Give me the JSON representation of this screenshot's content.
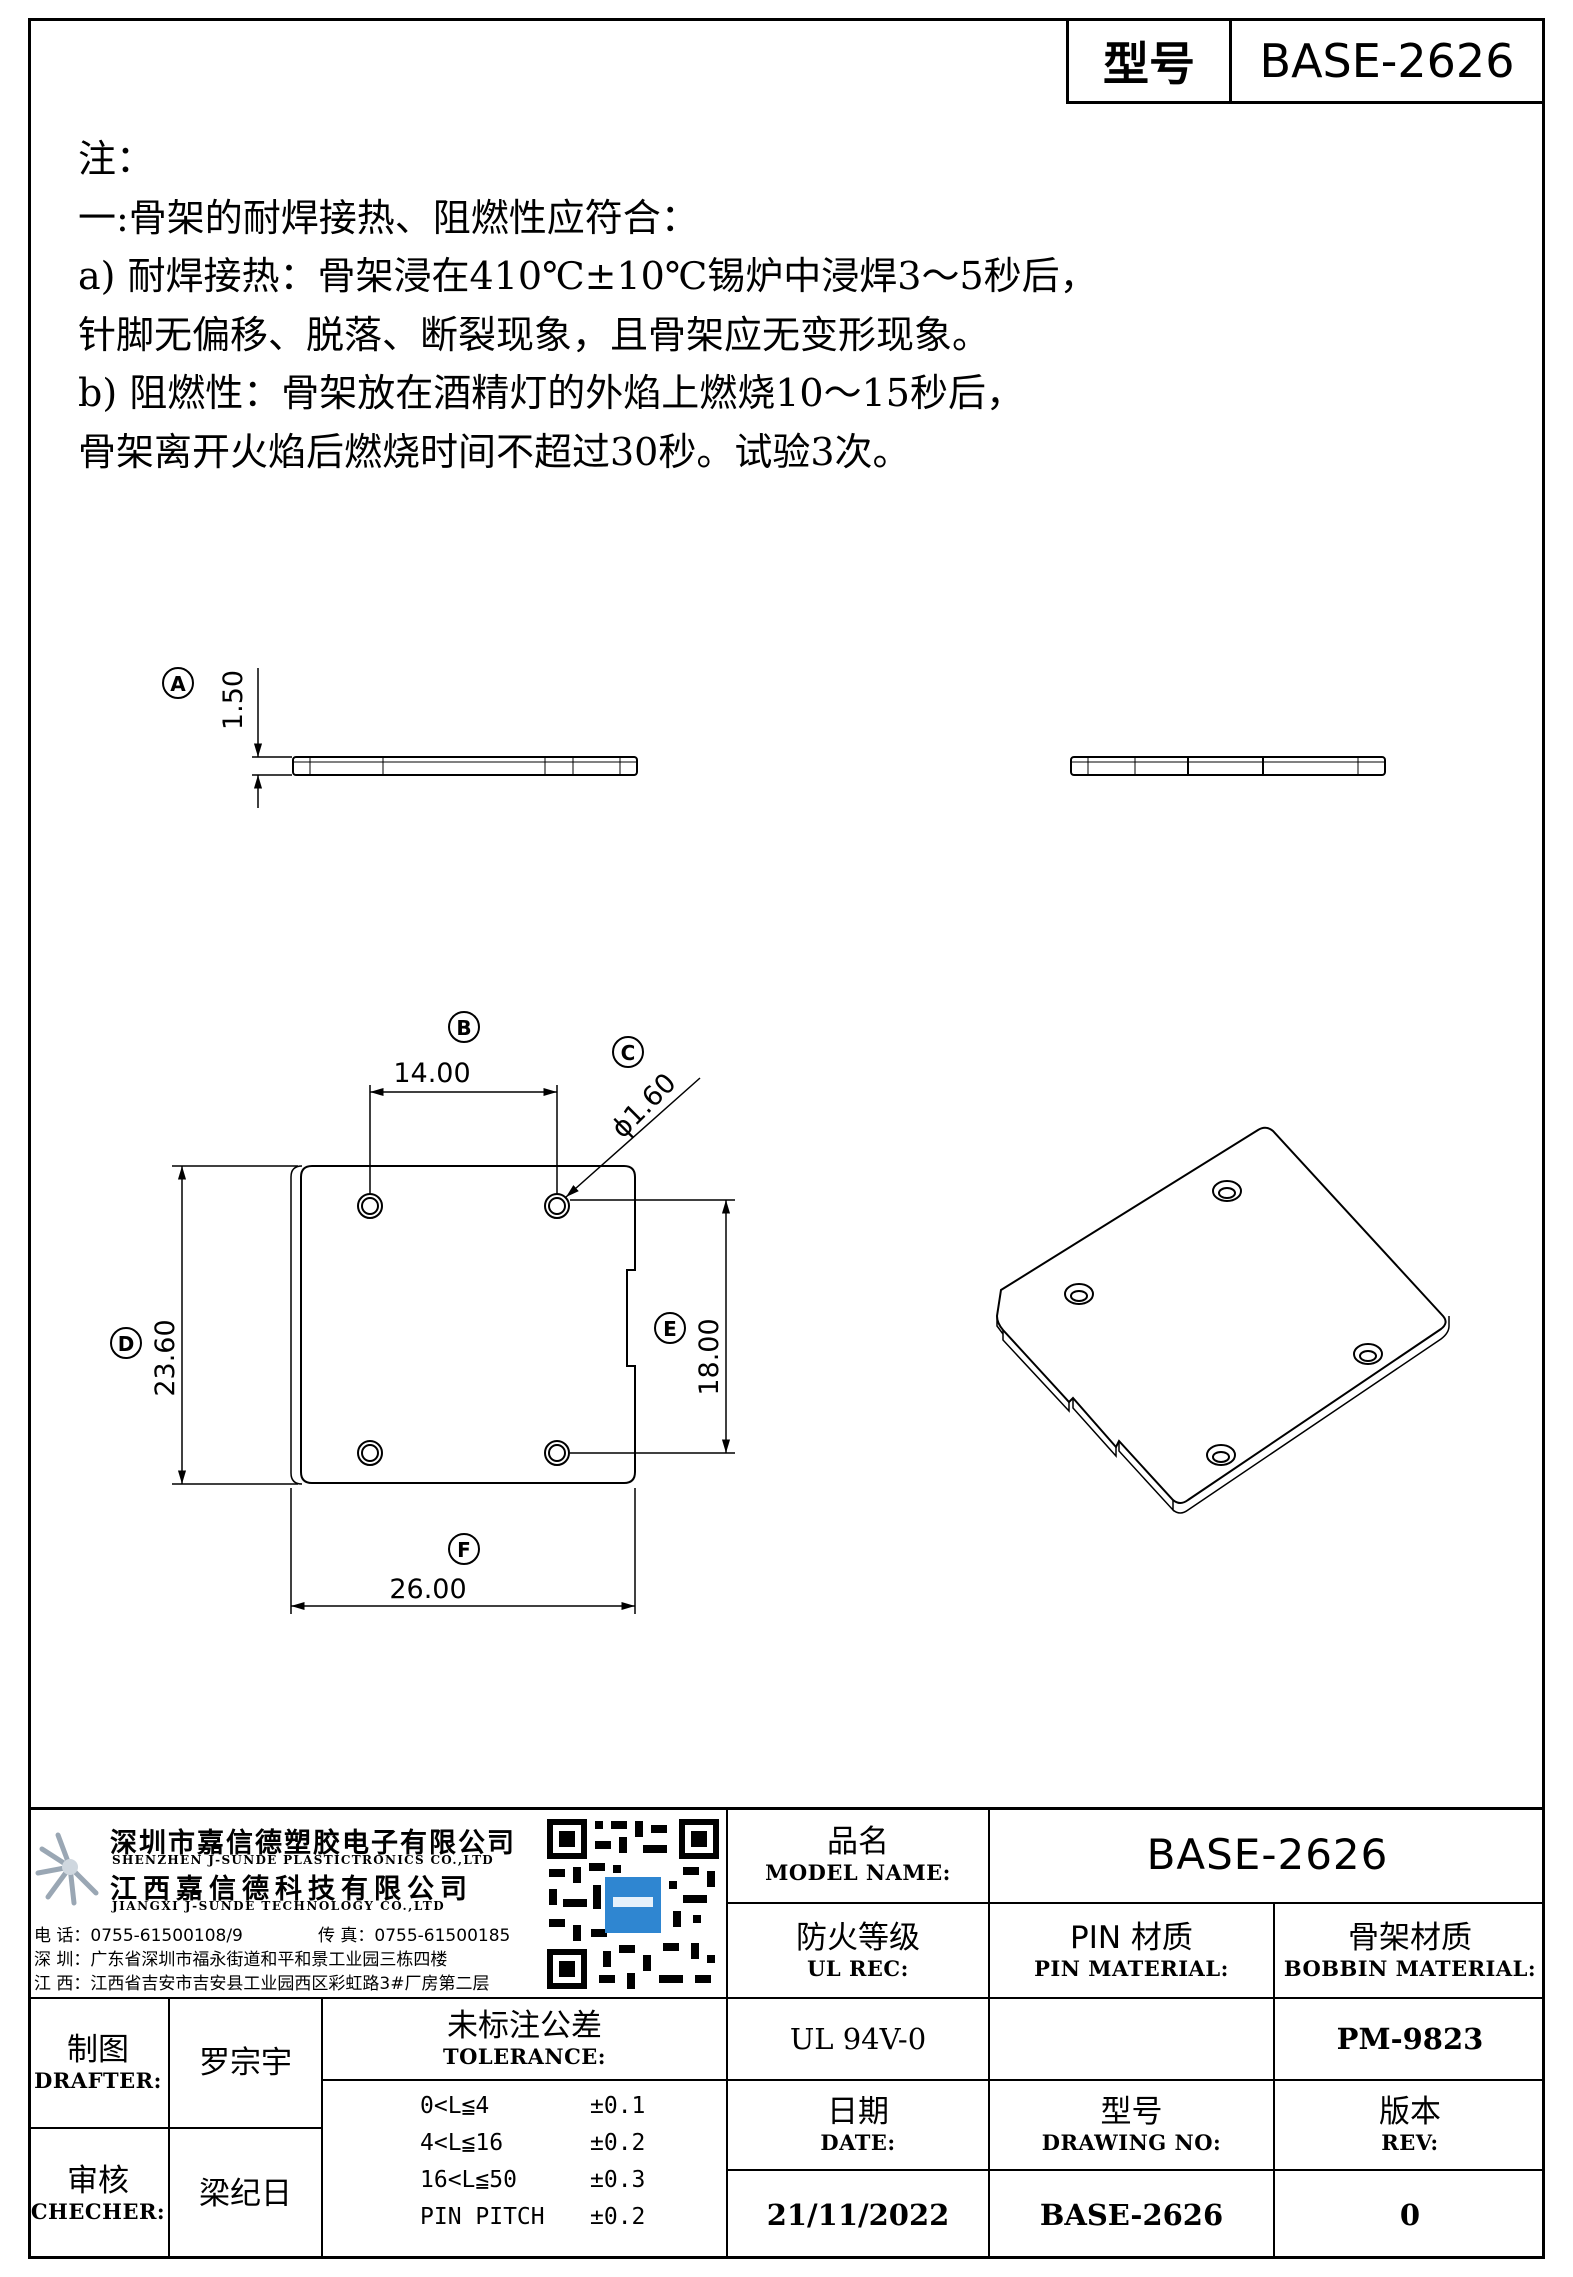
{
  "header": {
    "model_label": "型号",
    "model_value": "BASE-2626"
  },
  "notes": [
    "注：",
    "一:骨架的耐焊接热、阻燃性应符合：",
    "a) 耐焊接热：骨架浸在410℃±10℃锡炉中浸焊3～5秒后，",
    "针脚无偏移、脱落、断裂现象，且骨架应无变形现象。",
    "b) 阻燃性：骨架放在酒精灯的外焰上燃烧10～15秒后，",
    "骨架离开火焰后燃烧时间不超过30秒。试验3次。"
  ],
  "dimensions": {
    "A": {
      "tag": "A",
      "value": "1.50"
    },
    "B": {
      "tag": "B",
      "value": "14.00"
    },
    "C": {
      "tag": "C",
      "value": "ϕ1.60"
    },
    "D": {
      "tag": "D",
      "value": "23.60"
    },
    "E": {
      "tag": "E",
      "value": "18.00"
    },
    "F": {
      "tag": "F",
      "value": "26.00"
    }
  },
  "company": {
    "name_cn_1": "深圳市嘉信德塑胶电子有限公司",
    "name_en_1": "SHENZHEN J-SUNDE PLASTICTRONICS CO.,LTD",
    "name_cn_2": "江西嘉信德科技有限公司",
    "name_en_2": "JIANGXI J-SUNDE TECHNOLOGY CO.,LTD",
    "phone": "电 话：0755-61500108/9",
    "fax": "传 真：0755-61500185",
    "addr_sz": "深 圳：广东省深圳市福永街道和平和景工业园三栋四楼",
    "addr_jx": "江 西：江西省吉安市吉安县工业园西区彩虹路3#厂房第二层"
  },
  "title_block": {
    "model_name_cn": "品名",
    "model_name_en": "MODEL NAME:",
    "model_name_value": "BASE-2626",
    "ul_cn": "防火等级",
    "ul_en": "UL REC:",
    "pin_cn": "PIN 材质",
    "pin_en": "PIN MATERIAL:",
    "bobbin_cn": "骨架材质",
    "bobbin_en": "BOBBIN MATERIAL:",
    "ul_value": "UL 94V-0",
    "pin_value": "",
    "bobbin_value": "PM-9823",
    "drafter_cn": "制图",
    "drafter_en": "DRAFTER:",
    "drafter_value": "罗宗宇",
    "checker_cn": "审核",
    "checker_en": "CHECHER:",
    "checker_value": "梁纪日",
    "tolerance_cn": "未标注公差",
    "tolerance_en": "TOLERANCE:",
    "tolerances": [
      {
        "range": "0<L≦4",
        "value": "±0.1"
      },
      {
        "range": "4<L≦16",
        "value": "±0.2"
      },
      {
        "range": "16<L≦50",
        "value": "±0.3"
      },
      {
        "range": "PIN PITCH",
        "value": "±0.2"
      }
    ],
    "date_cn": "日期",
    "date_en": "DATE:",
    "date_value": "21/11/2022",
    "drawing_no_cn": "型号",
    "drawing_no_en": "DRAWING NO:",
    "drawing_no_value": "BASE-2626",
    "rev_cn": "版本",
    "rev_en": "REV:",
    "rev_value": "0"
  }
}
